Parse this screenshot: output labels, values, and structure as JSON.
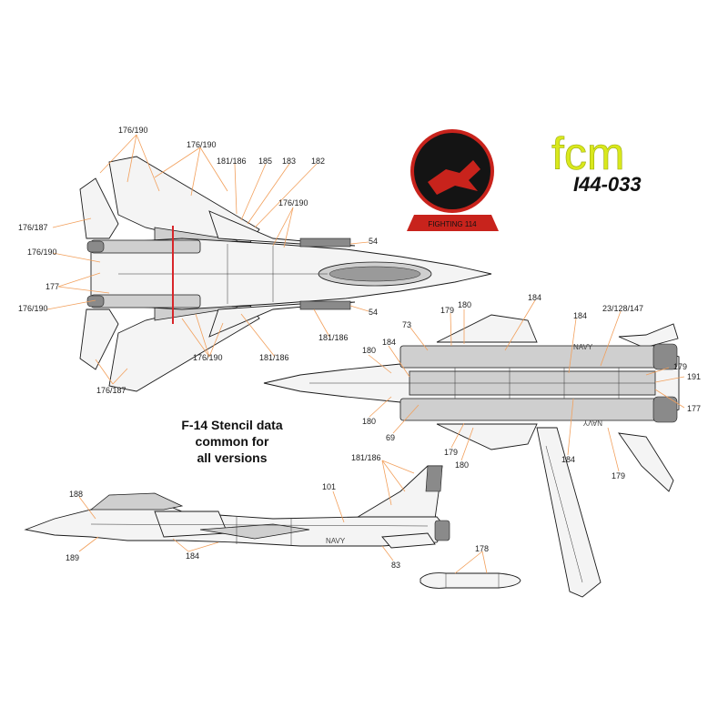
{
  "brand": {
    "logo_text": "fcm",
    "product_code": "I44-033"
  },
  "caption": {
    "line1": "F-14 Stencil data",
    "line2": "common for",
    "line3": "all versions"
  },
  "badge": {
    "text": "FIGHTING 114",
    "ring_color": "#c8231c",
    "body_color": "#141414"
  },
  "markings": {
    "navy": "NAVY"
  },
  "callouts": {
    "top_view": [
      "176/190",
      "176/190",
      "181/186",
      "185",
      "183",
      "182",
      "176/190",
      "176/187",
      "176/190",
      "177",
      "176/190",
      "54",
      "54",
      "181/186",
      "176/190",
      "181/186",
      "176/187"
    ],
    "bottom_view": [
      "184",
      "180",
      "179",
      "73",
      "184",
      "23/128/147",
      "180",
      "184",
      "179",
      "191",
      "177",
      "180",
      "69",
      "179",
      "180",
      "184",
      "179"
    ],
    "side_view": [
      "181/186",
      "101",
      "188",
      "189",
      "184",
      "83"
    ],
    "tank": [
      "178"
    ]
  },
  "colors": {
    "leader_line": "#f2a05c",
    "fcm_green": "#d9e81c",
    "red_stripe": "#d8262a"
  }
}
